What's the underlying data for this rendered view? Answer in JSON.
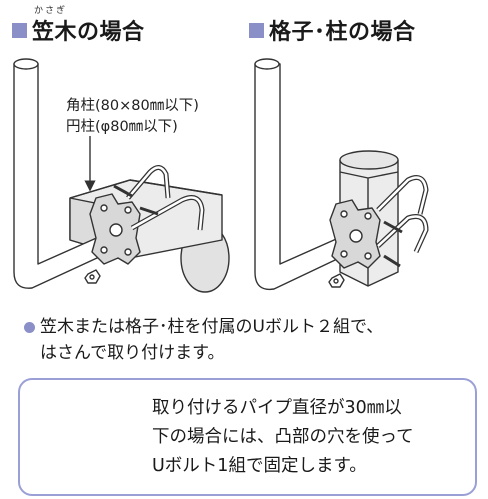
{
  "left_section": {
    "ruby": "かさぎ",
    "heading": "笠木の場合",
    "note_line1": "角柱(80×80㎜以下)",
    "note_line2": "円柱(φ80㎜以下)"
  },
  "right_section": {
    "heading": "格子･柱の場合"
  },
  "instruction": {
    "line1": "笠木または格子･柱を付属のUボルト２組で、",
    "line2": "はさんで取り付けます。"
  },
  "note_box": {
    "line1": "取り付けるパイプ直径が30㎜以",
    "line2": "下の場合には、凸部の穴を使って",
    "line3": "Uボルト1組で固定します。"
  },
  "colors": {
    "accent": "#8b8fc7",
    "box_border": "#9aa0d6",
    "line": "#333333"
  }
}
